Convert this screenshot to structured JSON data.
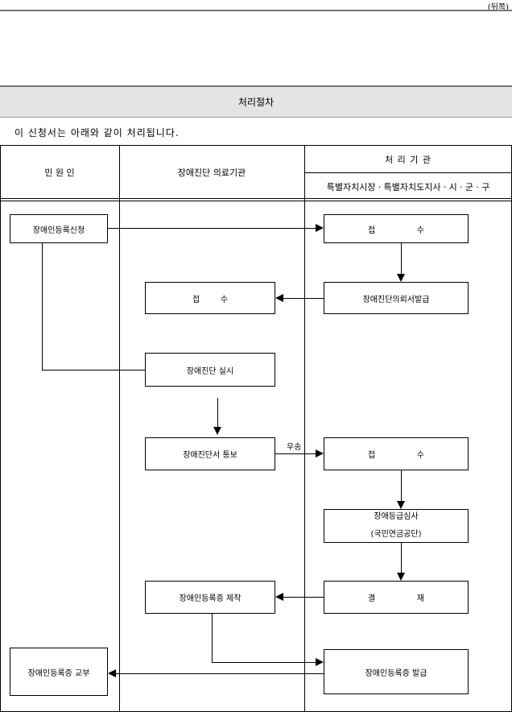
{
  "page_note": "(뒤쪽)",
  "section_title": "처리절차",
  "intro": "이 신청서는 아래와 같이 처리됩니다.",
  "columns": {
    "applicant": "민 원 인",
    "hospital": "장애진단 의료기관",
    "agency": "처 리 기 관",
    "agency_sub": "특별자치시장ㆍ특별자치도지사ㆍ시ㆍ군ㆍ구"
  },
  "flow": {
    "apply": "장애인등록신청",
    "receipt1_a": "접",
    "receipt1_b": "수",
    "issue_request": "장애진단의뢰서발급",
    "hosp_receipt_a": "접",
    "hosp_receipt_b": "수",
    "diagnosis": "장애진단 실시",
    "notify": "장애진단서 통보",
    "mail_label": "우송",
    "receipt2_a": "접",
    "receipt2_b": "수",
    "grade_review": "장애등급심사",
    "grade_review_sub": "(국민연금공단)",
    "card_make": "장애인등록증 제작",
    "approve_a": "결",
    "approve_b": "재",
    "card_issue": "장애인등록증 발급",
    "card_deliver": "장애인등록증 교부"
  }
}
